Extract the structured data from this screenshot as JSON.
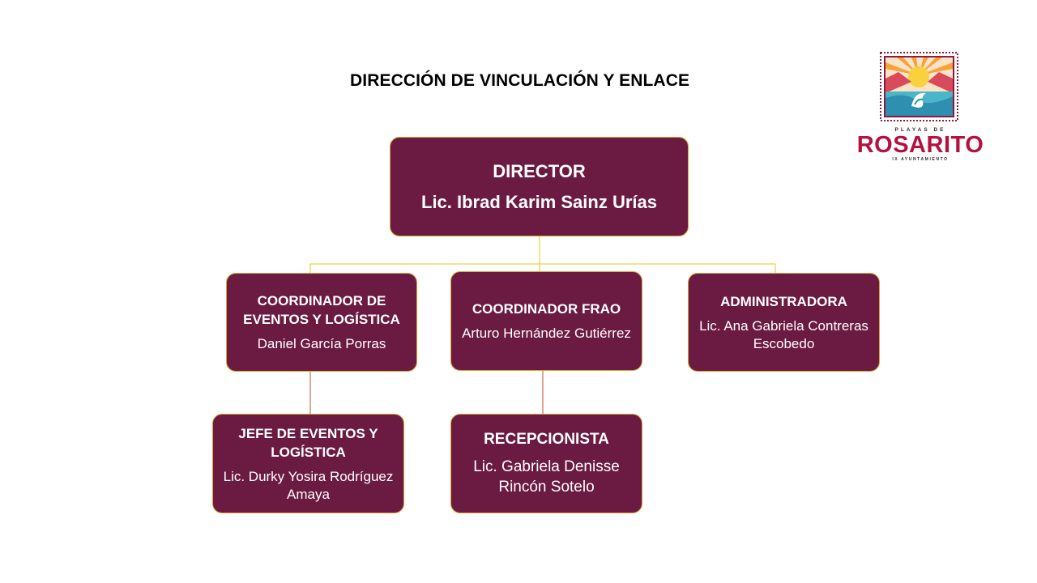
{
  "title": "DIRECCIÓN DE VINCULACIÓN Y ENLACE",
  "colors": {
    "box_fill": "#6b1a42",
    "box_border": "#d8a431",
    "connector_top": "#f2c318",
    "connector_bottom": "#c0502a",
    "logo_red": "#b3123f"
  },
  "logo": {
    "top_text": "PLAYAS DE",
    "main_text": "ROSARITO",
    "bottom_text": "IX AYUNTAMIENTO"
  },
  "org": {
    "director": {
      "role": "DIRECTOR",
      "name": "Lic. Ibrad Karim Sainz Urías"
    },
    "coordinador_eventos": {
      "role": "COORDINADOR DE EVENTOS Y LOGÍSTICA",
      "name": "Daniel García Porras"
    },
    "coordinador_frao": {
      "role": "COORDINADOR FRAO",
      "name": "Arturo Hernández Gutiérrez"
    },
    "administradora": {
      "role": "ADMINISTRADORA",
      "name": "Lic. Ana Gabriela Contreras Escobedo"
    },
    "jefe_eventos": {
      "role": "JEFE DE EVENTOS Y LOGÍSTICA",
      "name": "Lic. Durky Yosira Rodríguez Amaya"
    },
    "recepcionista": {
      "role": "RECEPCIONISTA",
      "name": "Lic. Gabriela Denisse Rincón Sotelo"
    }
  }
}
